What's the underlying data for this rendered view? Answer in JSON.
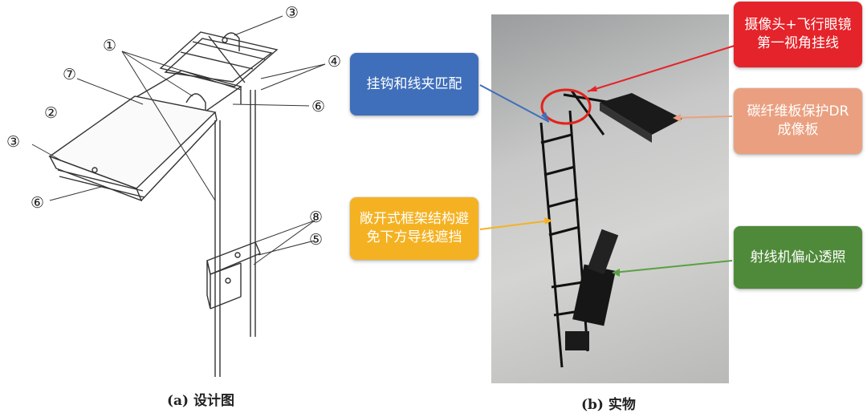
{
  "part_labels": {
    "n1": "①",
    "n2": "②",
    "n3a": "③",
    "n3b": "③",
    "n4": "④",
    "n5": "⑤",
    "n6a": "⑥",
    "n6b": "⑥",
    "n7": "⑦",
    "n8": "⑧"
  },
  "captions": {
    "a": "(a) 设计图",
    "b": "(b) 实物"
  },
  "callouts": {
    "hook": {
      "text": "挂钩和线夹匹配",
      "color": "#3f6fba"
    },
    "frame": {
      "text": "敞开式框架结构避\n免下方导线遮挡",
      "color": "#f4b223"
    },
    "camera": {
      "text": "摄像头+飞行眼镜\n第一视角挂线",
      "color": "#e5232a"
    },
    "board": {
      "text": "碳纤维板保护DR\n成像板",
      "color": "#eaa080"
    },
    "xray": {
      "text": "射线机偏心透照",
      "color": "#4f8a3a"
    }
  }
}
